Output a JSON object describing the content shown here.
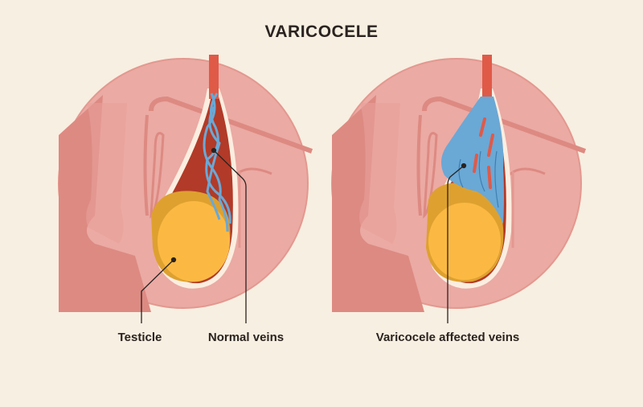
{
  "title": "VARICOCELE",
  "labels": {
    "testicle": "Testicle",
    "normal_veins": "Normal veins",
    "affected_veins": "Varicocele affected veins"
  },
  "colors": {
    "background": "#f7efe1",
    "skin": "#ebaaa4",
    "skin_dark": "#dd8a82",
    "cord": "#e05a48",
    "sac": "#b23a28",
    "testicle": "#fbb943",
    "testicle_dark": "#dea12f",
    "vein": "#6aa8d6"
  }
}
